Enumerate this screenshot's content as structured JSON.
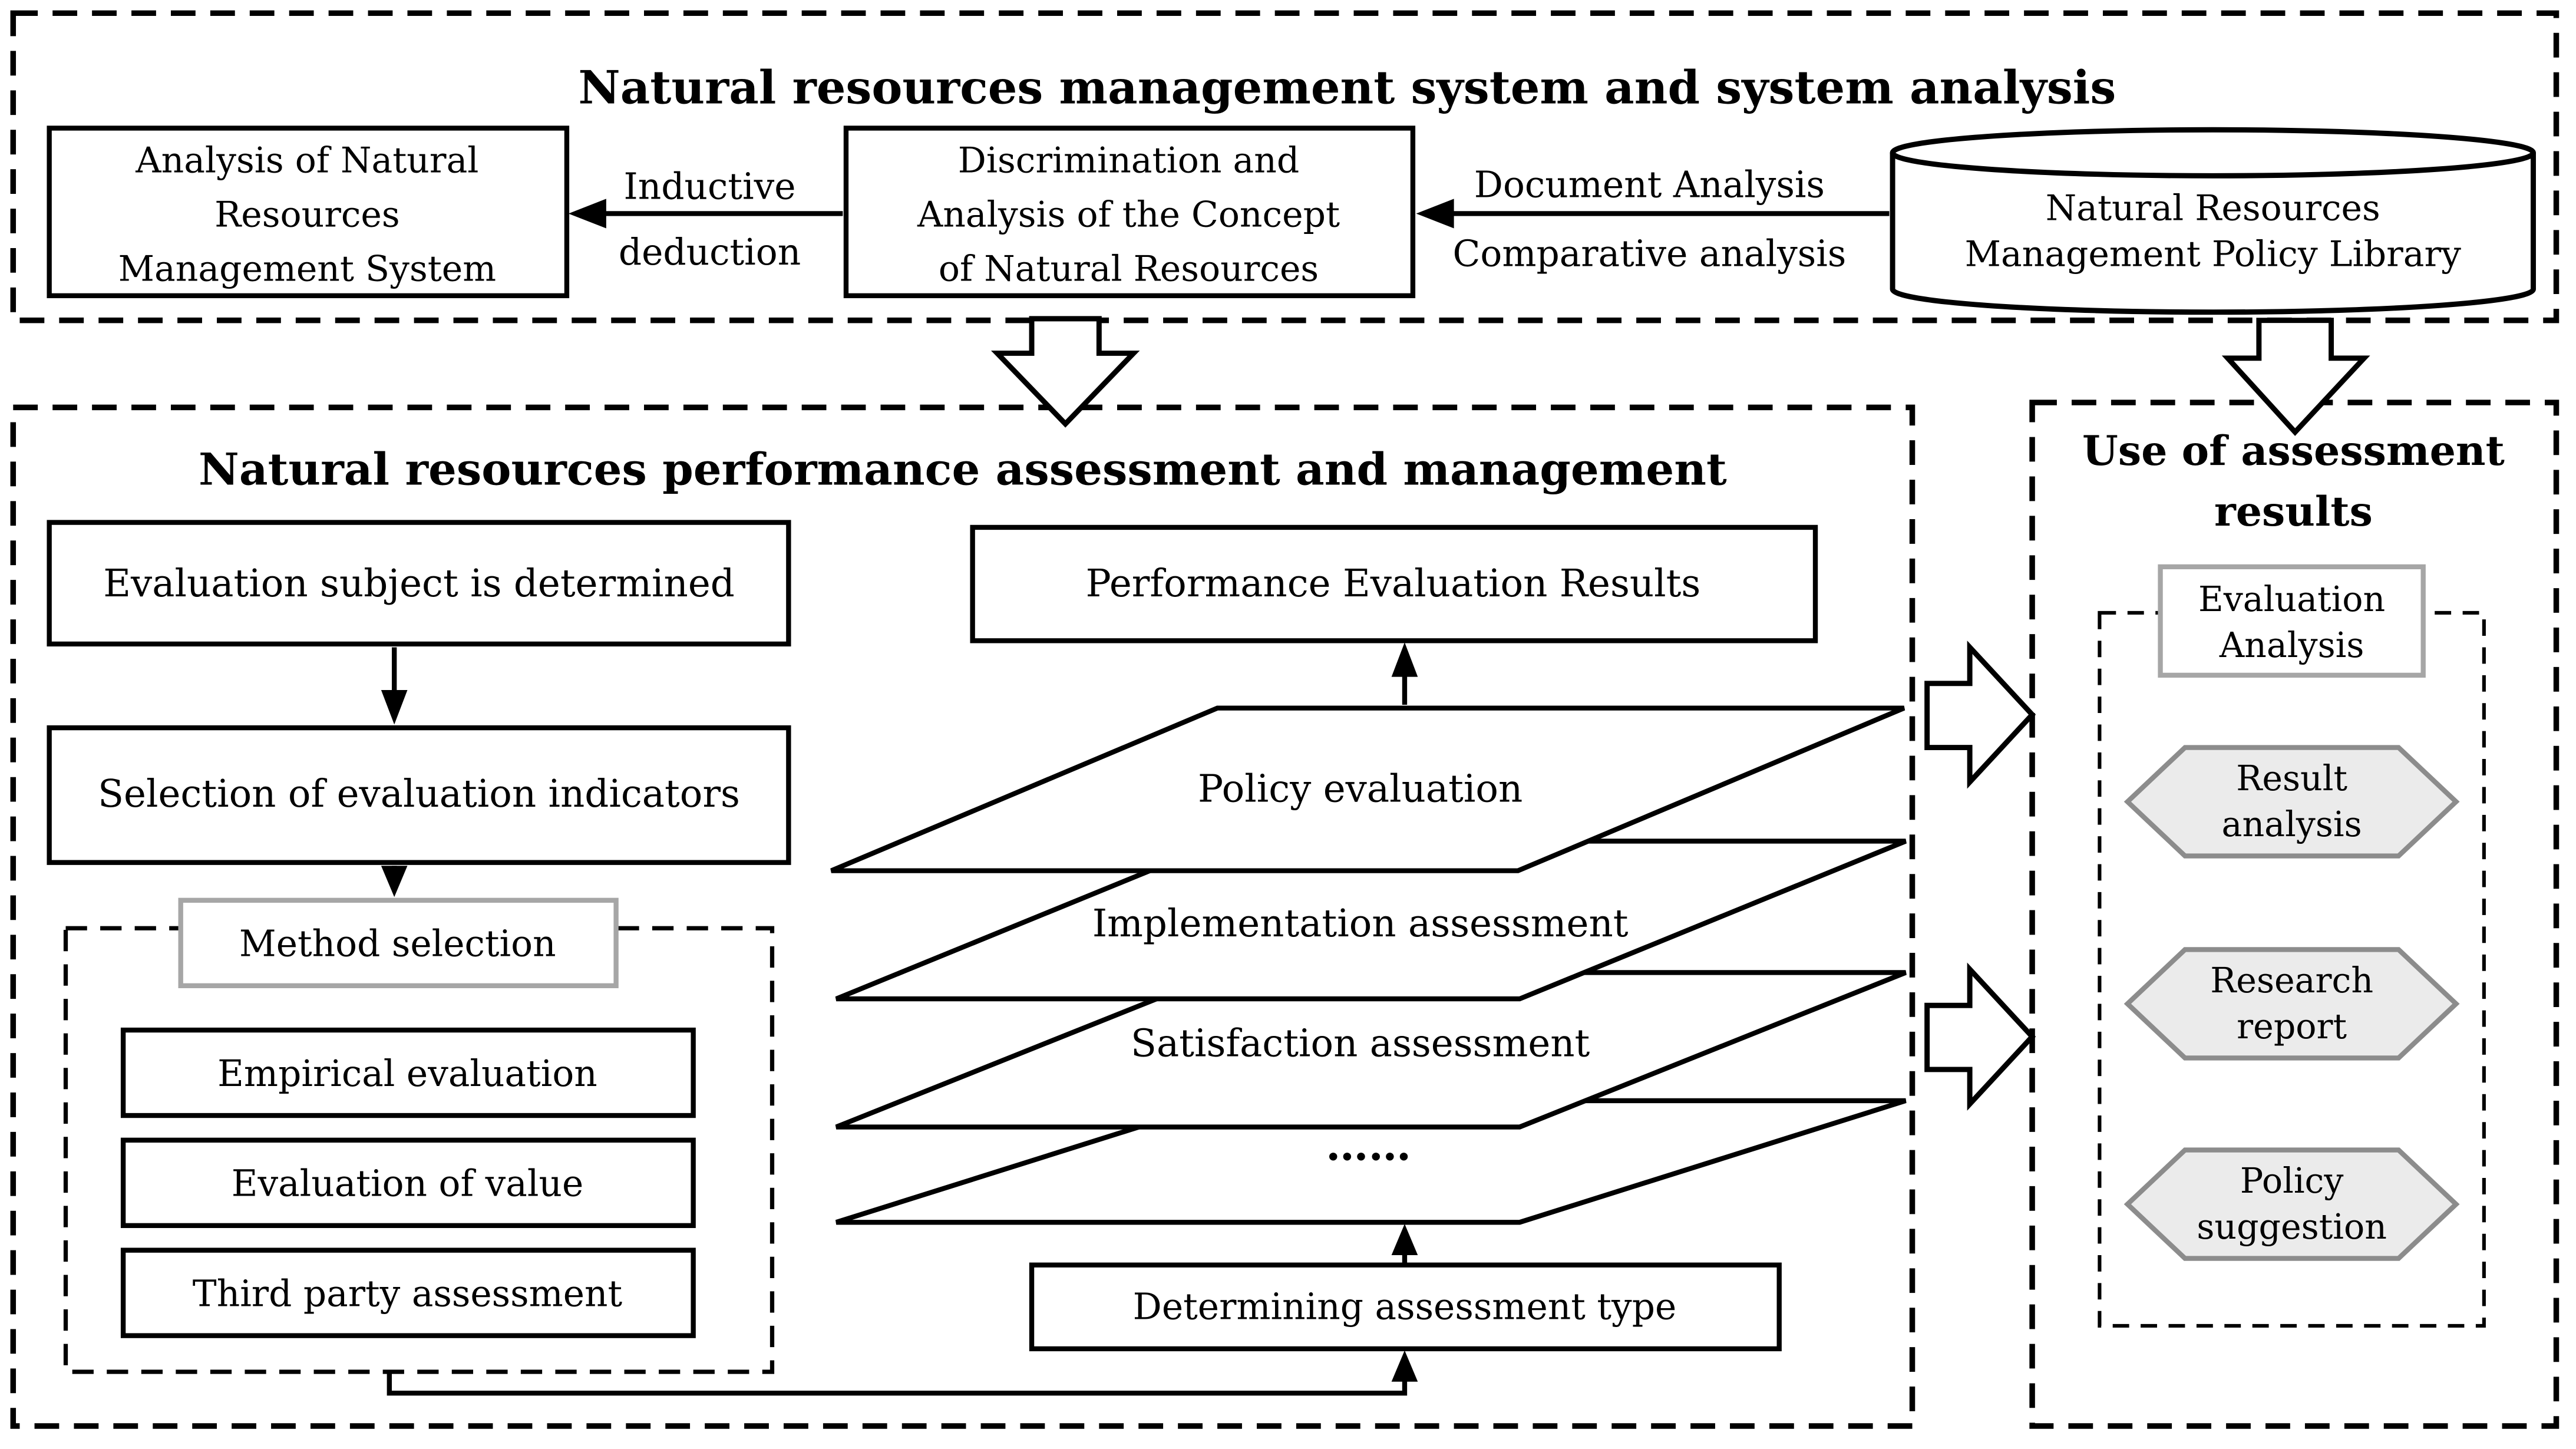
{
  "colors": {
    "line": "#000000",
    "box_fill": "#ffffff",
    "gray_border": "#a6a6a6",
    "hexagon_fill": "#ebebeb",
    "hexagon_border": "#8c8c8c",
    "text": "#000000"
  },
  "top_section": {
    "title": "Natural resources management system and system analysis",
    "analysis_box": {
      "lines": [
        "Analysis of Natural",
        "Resources",
        "Management System"
      ]
    },
    "inductive_label": {
      "lines": [
        "Inductive",
        "deduction"
      ]
    },
    "concept_box": {
      "lines": [
        "Discrimination and",
        "Analysis of the Concept",
        "of Natural Resources"
      ]
    },
    "document_arrow": {
      "label_top": "Document Analysis",
      "label_bottom": "Comparative analysis"
    },
    "policy_library": {
      "lines": [
        "Natural Resources",
        "Management Policy Library"
      ]
    }
  },
  "main_section": {
    "title": "Natural resources performance assessment and management",
    "subject_box": "Evaluation subject is determined",
    "indicators_box": "Selection of evaluation indicators",
    "method_box": "Method selection",
    "empirical_box": "Empirical evaluation",
    "value_box": "Evaluation of value",
    "third_party_box": "Third party assessment",
    "performance_box": "Performance Evaluation Results",
    "layers": [
      "Policy evaluation",
      "Implementation assessment",
      "Satisfaction assessment",
      "……"
    ],
    "determining_box": "Determining assessment type"
  },
  "right_section": {
    "title": {
      "lines": [
        "Use of assessment",
        "results"
      ]
    },
    "evaluation_analysis": {
      "lines": [
        "Evaluation",
        "Analysis"
      ]
    },
    "hexagons": [
      {
        "lines": [
          "Result",
          "analysis"
        ]
      },
      {
        "lines": [
          "Research",
          "report"
        ]
      },
      {
        "lines": [
          "Policy",
          "suggestion"
        ]
      }
    ]
  }
}
